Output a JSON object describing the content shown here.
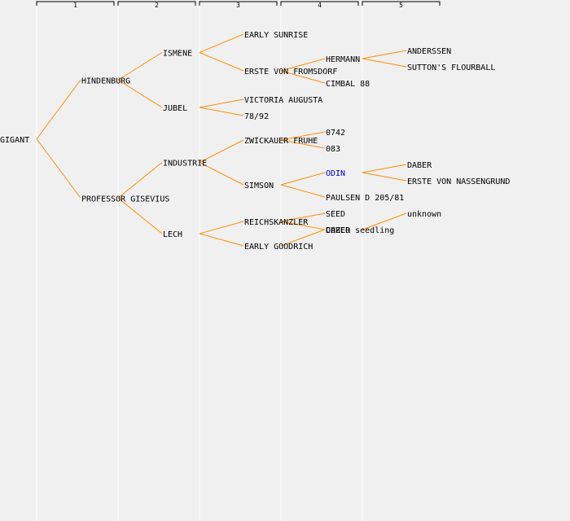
{
  "colors": {
    "background": "#f0f0f0",
    "edge": "#ff8c00",
    "column_rule": "#ffffff",
    "header_rule": "#000000",
    "text": "#000000",
    "highlight_text": "#0000cc"
  },
  "generations": [
    "1",
    "2",
    "3",
    "4",
    "5"
  ],
  "tree": {
    "name": "GIGANT",
    "children": [
      {
        "name": "HINDENBURG",
        "children": [
          {
            "name": "ISMENE",
            "children": [
              {
                "name": "EARLY SUNRISE"
              },
              {
                "name": "ERSTE VON FROMSDORF",
                "children": [
                  {
                    "name": "HERMANN",
                    "children": [
                      {
                        "name": "ANDERSSEN"
                      },
                      {
                        "name": "SUTTON'S FLOURBALL"
                      }
                    ]
                  },
                  {
                    "name": "CIMBAL 88"
                  }
                ]
              }
            ]
          },
          {
            "name": "JUBEL",
            "children": [
              {
                "name": "VICTORIA AUGUSTA"
              },
              {
                "name": "78/92"
              }
            ]
          }
        ]
      },
      {
        "name": "PROFESSOR GISEVIUS",
        "children": [
          {
            "name": "INDUSTRIE",
            "children": [
              {
                "name": "ZWICKAUER FRUHE",
                "children": [
                  {
                    "name": "0742"
                  },
                  {
                    "name": "083"
                  }
                ]
              },
              {
                "name": "SIMSON",
                "children": [
                  {
                    "name": "ODIN",
                    "highlight": true,
                    "children": [
                      {
                        "name": "DABER"
                      },
                      {
                        "name": "ERSTE VON NASSENGRUND"
                      }
                    ]
                  },
                  {
                    "name": "PAULSEN D 205/81"
                  }
                ]
              }
            ]
          },
          {
            "name": "LECH",
            "children": [
              {
                "name": "REICHSKANZLER",
                "children": [
                  {
                    "name": "SEED"
                  },
                  {
                    "name": "DABER",
                    "children": [
                      {
                        "name": "unknown"
                      }
                    ]
                  }
                ]
              },
              {
                "name": "EARLY GOODRICH",
                "children": [
                  {
                    "name": "CUZCO seedling"
                  }
                ]
              }
            ]
          }
        ]
      }
    ]
  }
}
